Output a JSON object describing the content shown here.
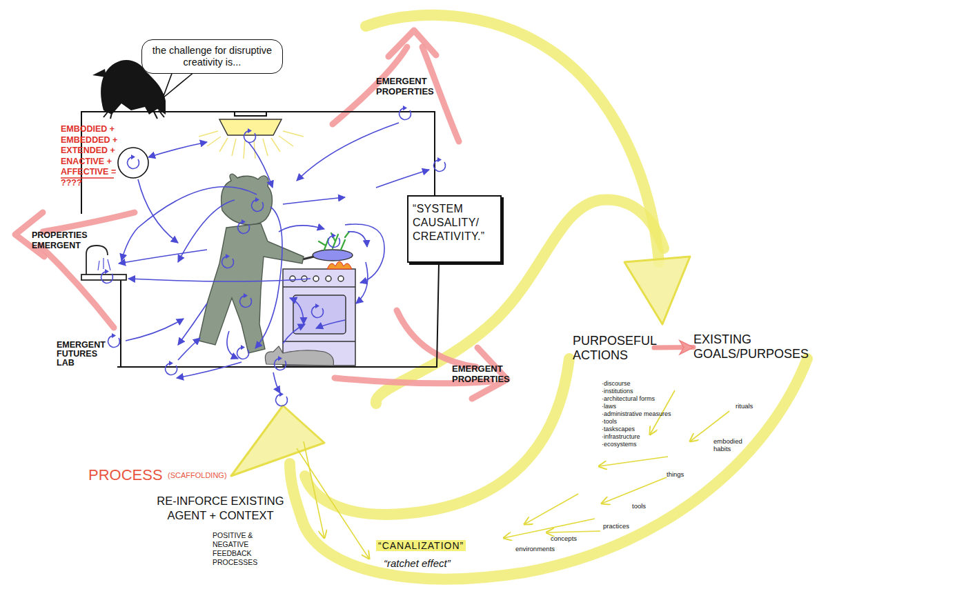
{
  "diagram": {
    "nodes": [
      {
        "text": [
          "the challenge for disruptive creativity is..."
        ]
      },
      {
        "text": [
          "“SYSTEM CAUSALITY/ CREATIVITY.”"
        ]
      },
      {
        "text": [
          "PURPOSEFUL ACTIONS"
        ]
      },
      {
        "text": [
          "EXISTING GOALS/PURPOSES"
        ]
      }
    ],
    "edges": [
      {
        "from": 2,
        "to": 3,
        "arrow": "to"
      }
    ],
    "labels": [
      "EMBODIED + EMBEDDED + EXTENDED + ENACTIVE + AFFECTIVE = ????",
      "EMERGENT PROPERTIES",
      "PROPERTIES EMERGENT",
      "EMERGENT PROPERTIES",
      "EMERGENT FUTURES LAB",
      "·discourse",
      "·institutions",
      "·architectural forms",
      "·laws",
      "·administrative measures",
      "·tools",
      "·taskscapes",
      "·infrastructure",
      "·ecosystems",
      "rituals",
      "embodied habits",
      "things",
      "tools",
      "practices",
      "concepts",
      "environments",
      "“CANALIZATION”",
      "“ratchet effect”",
      "PROCESS",
      "(SCAFFOLDING)",
      "RE-INFORCE EXISTING AGENT + CONTEXT",
      "POSITIVE & NEGATIVE FEEDBACK PROCESSES"
    ]
  }
}
